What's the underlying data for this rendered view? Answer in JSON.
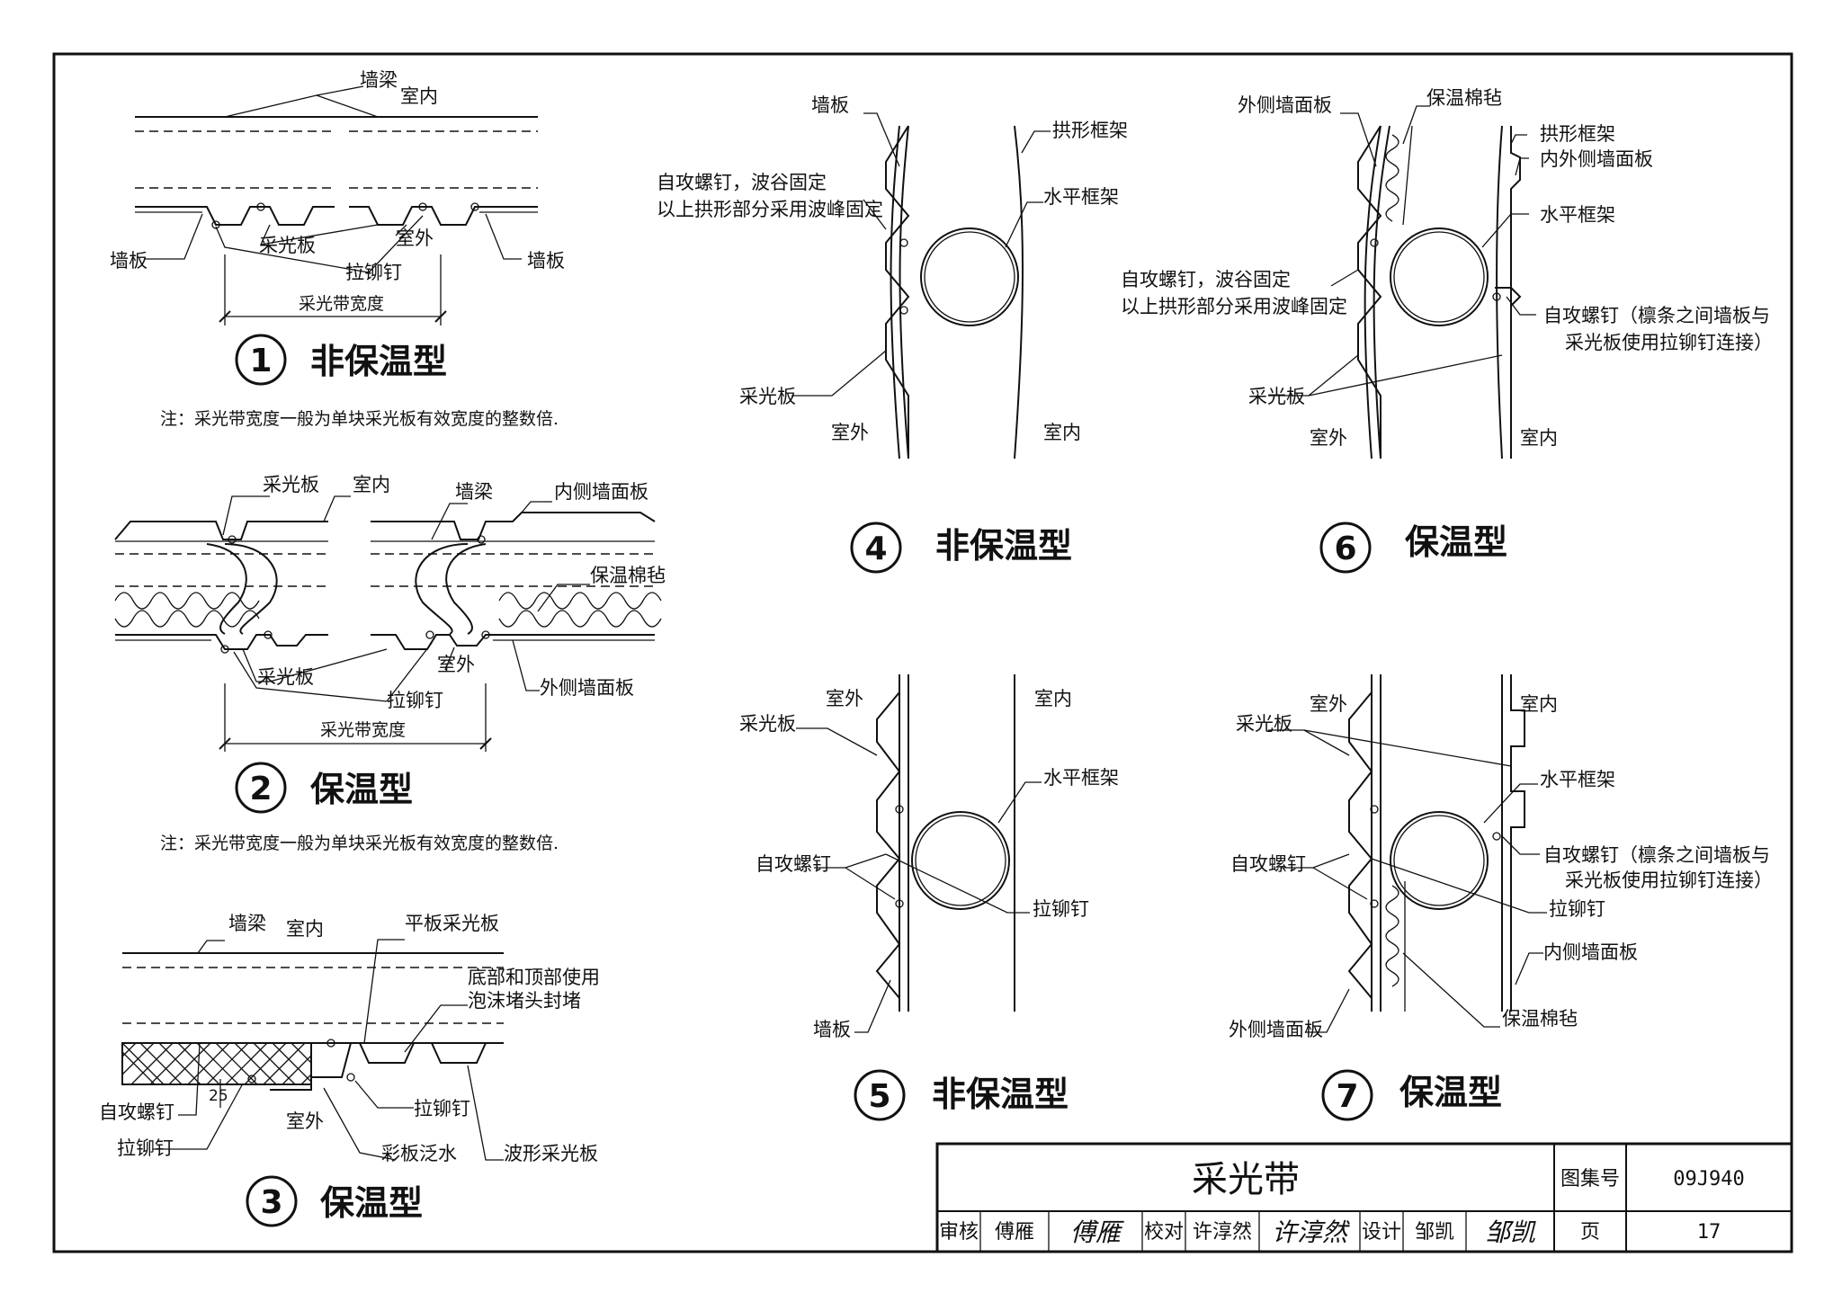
{
  "sheet": {
    "title": "采光带",
    "atlas_label": "图集号",
    "atlas_no": "09J940",
    "page_label": "页",
    "page_no": "17",
    "review_label": "审核",
    "reviewer": "傅雁",
    "reviewer_sig": "傅雁",
    "check_label": "校对",
    "checker": "许淳然",
    "checker_sig": "许淳然",
    "design_label": "设计",
    "designer": "邹凯",
    "designer_sig": "邹凯"
  },
  "d1": {
    "num": "1",
    "caption": "非保温型",
    "labels": {
      "beam": "墙梁",
      "indoor": "室内",
      "outdoor": "室外",
      "wall_l": "墙板",
      "wall_r": "墙板",
      "light": "采光板",
      "rivet": "拉铆钉",
      "width": "采光带宽度"
    },
    "note": "注：采光带宽度一般为单块采光板有效宽度的整数倍."
  },
  "d2": {
    "num": "2",
    "caption": "保温型",
    "labels": {
      "light_top": "采光板",
      "indoor": "室内",
      "beam": "墙梁",
      "inner": "内侧墙面板",
      "felt": "保温棉毡",
      "outdoor": "室外",
      "light": "采光板",
      "rivet": "拉铆钉",
      "outer": "外侧墙面板",
      "width": "采光带宽度"
    },
    "note": "注：采光带宽度一般为单块采光板有效宽度的整数倍."
  },
  "d3": {
    "num": "3",
    "caption": "保温型",
    "labels": {
      "beam": "墙梁",
      "indoor": "室内",
      "flat": "平板采光板",
      "foam1": "底部和顶部使用",
      "foam2": "泡沫堵头封堵",
      "screw": "自攻螺钉",
      "rivet_l": "拉铆钉",
      "outdoor": "室外",
      "rivet_r": "拉铆钉",
      "flash": "彩板泛水",
      "wave": "波形采光板",
      "dim": "25"
    }
  },
  "d4": {
    "num": "4",
    "caption": "非保温型",
    "labels": {
      "wall": "墙板",
      "arch": "拱形框架",
      "screw1": "自攻螺钉，波谷固定",
      "screw2": "以上拱形部分采用波峰固定",
      "hframe": "水平框架",
      "light": "采光板",
      "outdoor": "室外",
      "indoor": "室内"
    }
  },
  "d5": {
    "num": "5",
    "caption": "非保温型",
    "labels": {
      "outdoor": "室外",
      "indoor": "室内",
      "light": "采光板",
      "hframe": "水平框架",
      "screw": "自攻螺钉",
      "rivet": "拉铆钉",
      "wall": "墙板"
    }
  },
  "d6": {
    "num": "6",
    "caption": "保温型",
    "labels": {
      "outer": "外侧墙面板",
      "felt": "保温棉毡",
      "arch": "拱形框架",
      "inner": "内外侧墙面板",
      "hframe": "水平框架",
      "screw1": "自攻螺钉，波谷固定",
      "screw2": "以上拱形部分采用波峰固定",
      "screw_r1": "自攻螺钉（檩条之间墙板与",
      "screw_r2": "采光板使用拉铆钉连接）",
      "light": "采光板",
      "outdoor": "室外",
      "indoor": "室内"
    }
  },
  "d7": {
    "num": "7",
    "caption": "保温型",
    "labels": {
      "outdoor": "室外",
      "indoor": "室内",
      "light": "采光板",
      "hframe": "水平框架",
      "screw": "自攻螺钉",
      "screw_r1": "自攻螺钉（檩条之间墙板与",
      "screw_r2": "采光板使用拉铆钉连接）",
      "rivet": "拉铆钉",
      "inner": "内侧墙面板",
      "felt": "保温棉毡",
      "outer": "外侧墙面板"
    }
  }
}
